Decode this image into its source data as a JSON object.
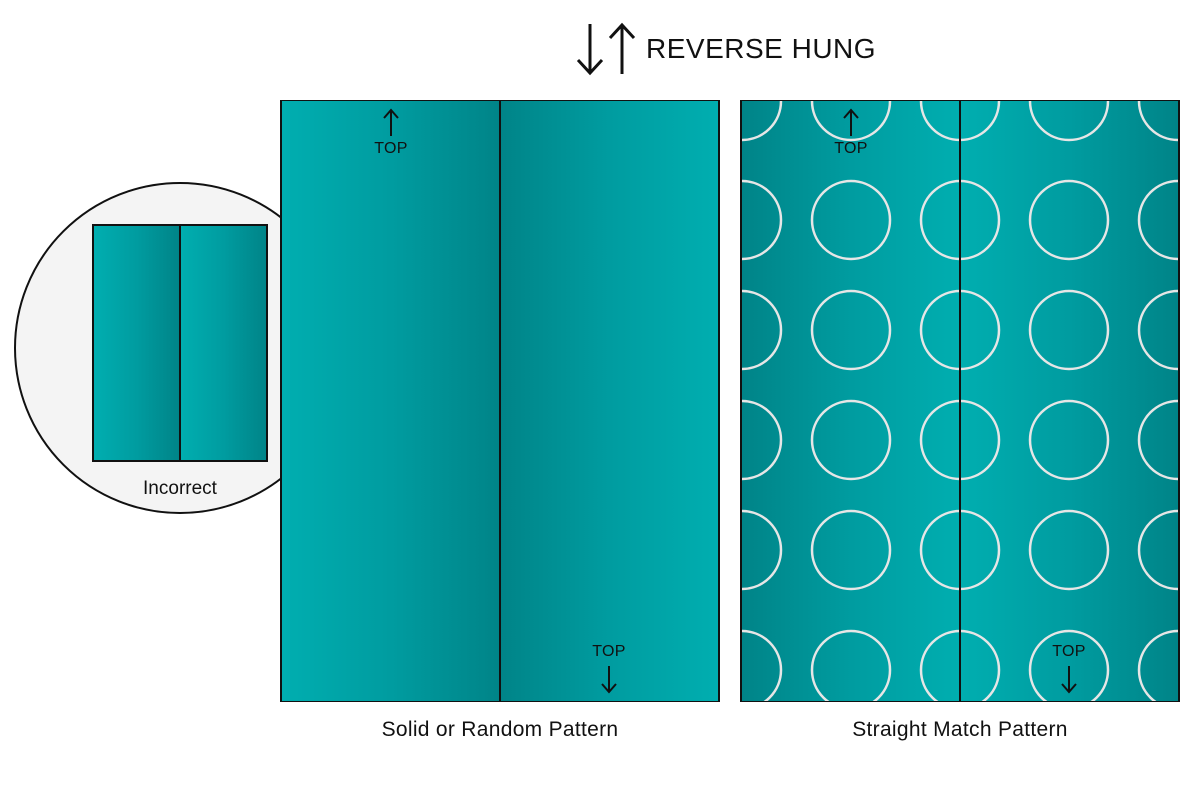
{
  "header": {
    "title": "REVERSE HUNG",
    "icon": "reverse-arrows-icon"
  },
  "inset": {
    "label": "Incorrect"
  },
  "solid_panel": {
    "caption": "Solid or Random Pattern",
    "top_label_left": "TOP",
    "top_label_right": "TOP"
  },
  "match_panel": {
    "caption": "Straight Match Pattern",
    "top_label_left": "TOP",
    "top_label_right": "TOP"
  },
  "colors": {
    "teal_light": "#00aeb0",
    "teal_mid": "#009ca0",
    "teal_dark": "#008488",
    "circle_stroke": "#e6e6e6",
    "inset_bg": "#f4f4f4"
  }
}
